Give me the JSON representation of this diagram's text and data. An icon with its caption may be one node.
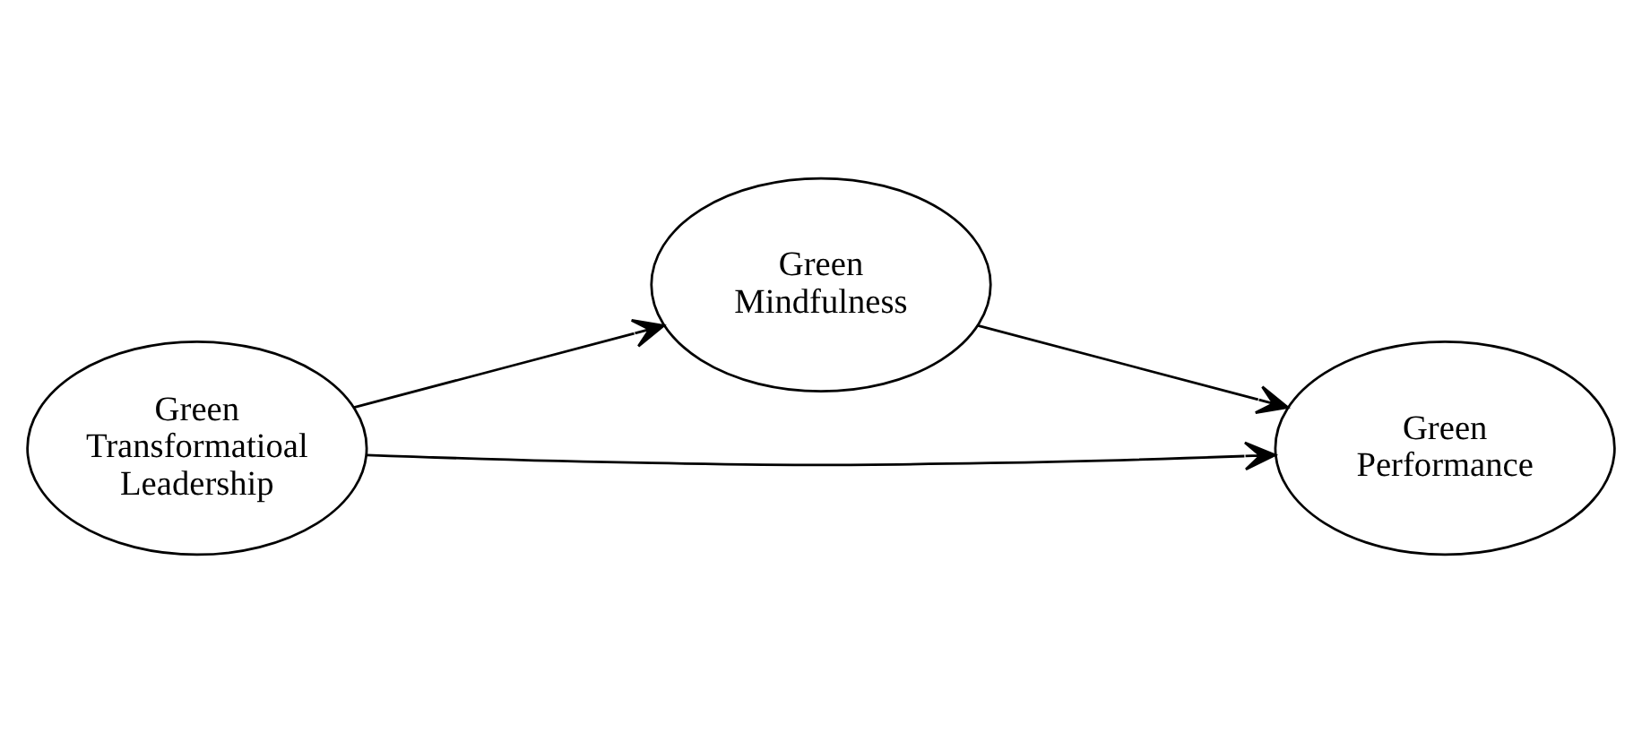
{
  "diagram": {
    "nodes": [
      {
        "text": [
          "Green Mindfulness"
        ]
      },
      {
        "text": [
          "Green Transformatioal Leadership"
        ]
      },
      {
        "text": [
          "Green Performance"
        ]
      }
    ],
    "edges": [
      {
        "from": 1,
        "to": 0,
        "arrow": "to"
      },
      {
        "from": 0,
        "to": 2,
        "arrow": "to"
      },
      {
        "from": 1,
        "to": 2,
        "arrow": "to"
      }
    ]
  }
}
